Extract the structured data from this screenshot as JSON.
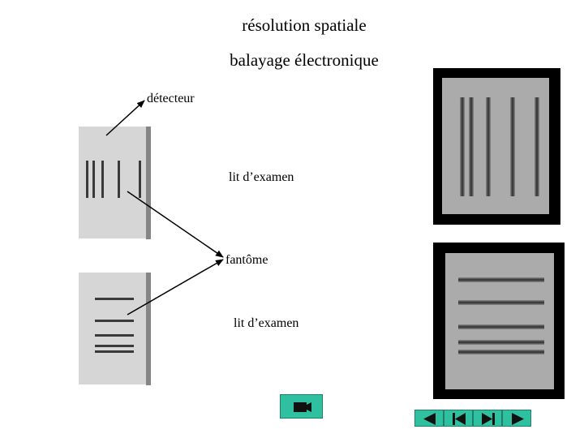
{
  "title": "résolution spatiale",
  "subtitle": "balayage électronique",
  "labels": {
    "detector": "détecteur",
    "bed_top": "lit d’examen",
    "phantom": "fantôme",
    "bed_bottom": "lit d’examen"
  },
  "colors": {
    "accent_button": "#2fc0a0",
    "phantom": "#d6d6d6",
    "image_background": "#ababab"
  },
  "icons": {
    "center_button": "camera-icon",
    "nav": [
      "previous-triangle-icon",
      "first-slide-icon",
      "last-slide-icon",
      "next-triangle-icon"
    ]
  }
}
